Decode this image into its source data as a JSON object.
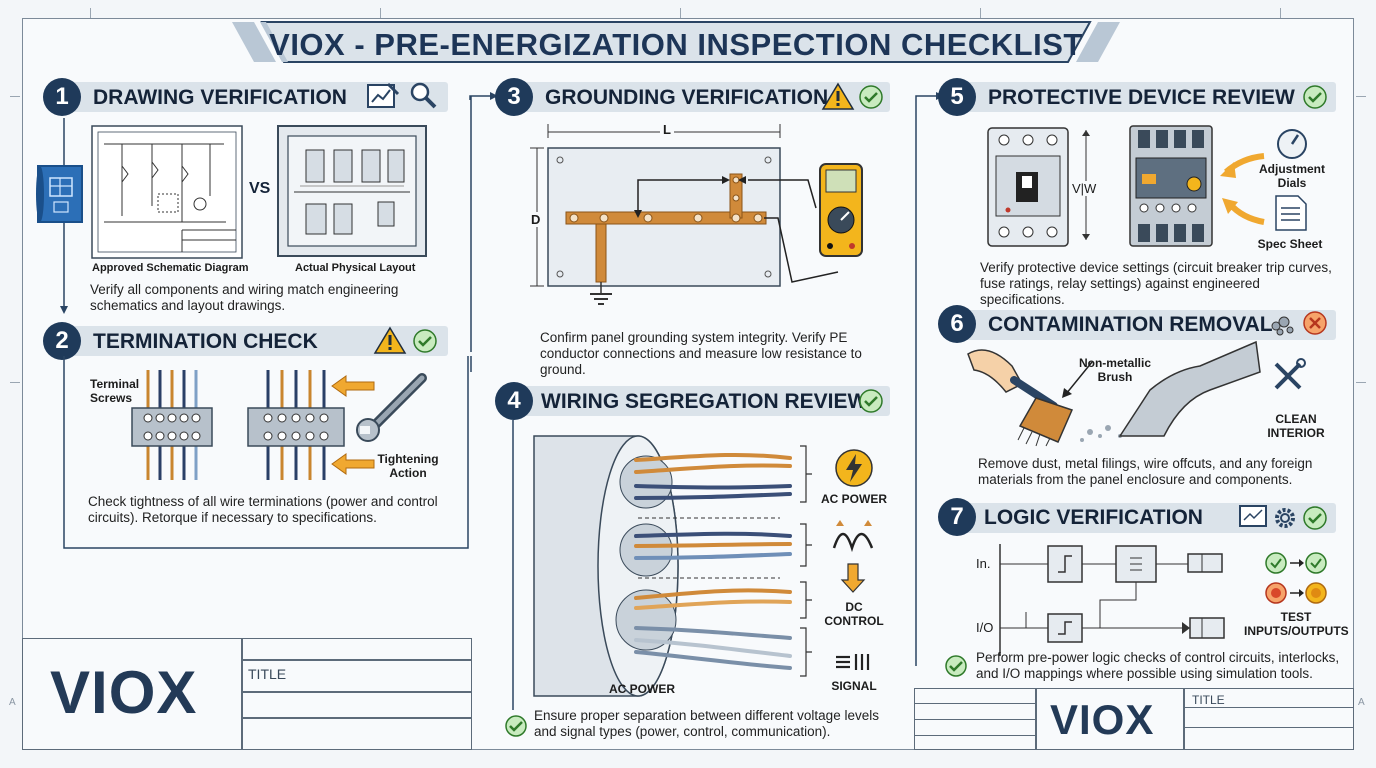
{
  "header": {
    "title": "VIOX - PRE-ENERGIZATION INSPECTION CHECKLIST"
  },
  "border": {
    "side_letter": "A"
  },
  "sections": [
    {
      "num": "1",
      "title": "DRAWING VERIFICATION",
      "labels": {
        "schematic": "Approved Schematic Diagram",
        "vs": "VS",
        "layout": "Actual Physical Layout"
      },
      "desc": "Verify all components and wiring match engineering schematics and layout drawings."
    },
    {
      "num": "2",
      "title": "TERMINATION CHECK",
      "labels": {
        "screws": "Terminal Screws",
        "action": "Tightening Action"
      },
      "desc": "Check tightness of all wire terminations (power and control circuits). Retorque if necessary to specifications."
    },
    {
      "num": "3",
      "title": "GROUNDING VERIFICATION",
      "labels": {
        "l": "L",
        "d": "D"
      },
      "desc": "Confirm panel grounding system integrity. Verify PE conductor connections and measure low resistance to ground."
    },
    {
      "num": "4",
      "title": "WIRING SEGREGATION REVIEW",
      "labels": {
        "ac1": "AC POWER",
        "dc": "DC CONTROL",
        "signal": "SIGNAL",
        "ac2": "AC POWER"
      },
      "desc": "Ensure proper separation between different voltage levels and signal types (power, control, communication)."
    },
    {
      "num": "5",
      "title": "PROTECTIVE DEVICE REVIEW",
      "labels": {
        "vw": "V|W",
        "dials": "Adjustment Dials",
        "spec": "Spec Sheet"
      },
      "desc": "Verify protective device settings (circuit breaker trip curves, fuse ratings, relay settings) against engineered specifications."
    },
    {
      "num": "6",
      "title": "CONTAMINATION REMOVAL",
      "labels": {
        "brush": "Non-metallic Brush",
        "clean": "CLEAN INTERIOR"
      },
      "desc": "Remove dust, metal filings, wire offcuts, and any foreign materials from the panel enclosure and components."
    },
    {
      "num": "7",
      "title": "LOGIC VERIFICATION",
      "labels": {
        "in": "In.",
        "io": "I/O",
        "test": "TEST INPUTS/OUTPUTS"
      },
      "desc": "Perform pre-power logic checks of control circuits, interlocks, and I/O mappings where possible using simulation tools."
    }
  ],
  "title_blocks": [
    {
      "brand": "VIOX",
      "title_label": "TITLE"
    },
    {
      "brand": "VIOX",
      "title_label": "TITLE"
    }
  ],
  "colors": {
    "navy": "#1f3a5a",
    "copper": "#d08a3a",
    "warn": "#f3b51c",
    "ok": "#5bb24a",
    "panel": "#dbe3ea"
  }
}
